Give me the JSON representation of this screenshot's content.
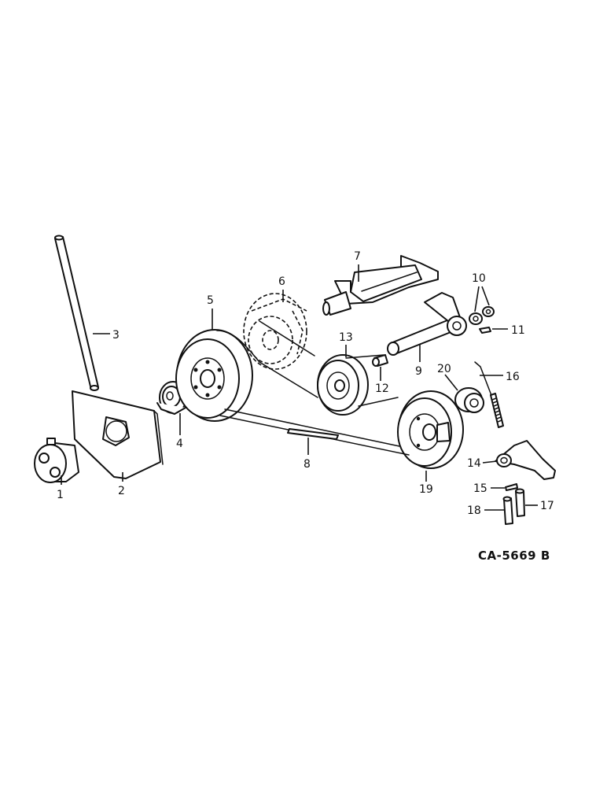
{
  "diagram": {
    "reference_code": "CA-5669 B",
    "callouts": [
      "1",
      "2",
      "3",
      "4",
      "5",
      "6",
      "7",
      "8",
      "9",
      "10",
      "11",
      "12",
      "13",
      "14",
      "15",
      "16",
      "17",
      "18",
      "19",
      "20"
    ]
  }
}
